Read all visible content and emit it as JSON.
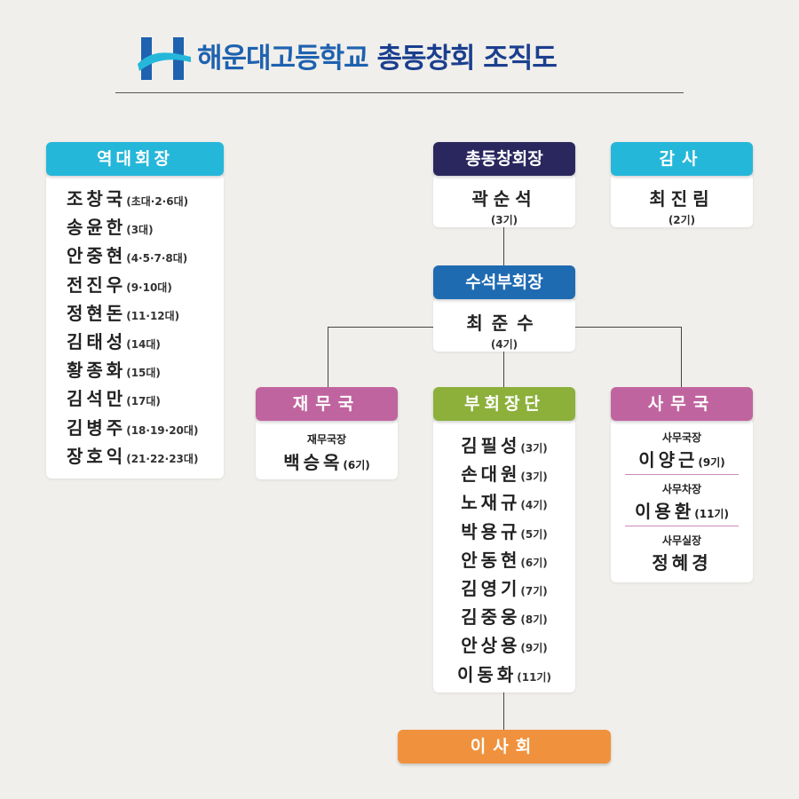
{
  "header": {
    "logo_letter": "H",
    "title_school": "해운대고등학교",
    "title_org": "총동창회 조직도"
  },
  "colors": {
    "teal": "#25b7d9",
    "navy": "#2a275e",
    "blue": "#1f6bb2",
    "pink": "#c0649f",
    "green": "#8cb03a",
    "orange": "#f0923d"
  },
  "past_presidents": {
    "label": "역대회장",
    "items": [
      {
        "name": "조창국",
        "terms": "(초대·2·6대)"
      },
      {
        "name": "송윤한",
        "terms": "(3대)"
      },
      {
        "name": "안중현",
        "terms": "(4·5·7·8대)"
      },
      {
        "name": "전진우",
        "terms": "(9·10대)"
      },
      {
        "name": "정현돈",
        "terms": "(11·12대)"
      },
      {
        "name": "김태성",
        "terms": "(14대)"
      },
      {
        "name": "황종화",
        "terms": "(15대)"
      },
      {
        "name": "김석만",
        "terms": "(17대)"
      },
      {
        "name": "김병주",
        "terms": "(18·19·20대)"
      },
      {
        "name": "장호익",
        "terms": "(21·22·23대)"
      }
    ]
  },
  "president": {
    "label": "총동창회장",
    "name": "곽순석",
    "gen": "(3기)"
  },
  "auditor": {
    "label": "감사",
    "name": "최진림",
    "gen": "(2기)"
  },
  "senior_vp": {
    "label": "수석부회장",
    "name": "최준수",
    "gen": "(4기)"
  },
  "finance": {
    "label": "재무국",
    "role": "재무국장",
    "name": "백승옥",
    "gen": "(6기)"
  },
  "vp_group": {
    "label": "부회장단",
    "items": [
      {
        "name": "김필성",
        "gen": "(3기)"
      },
      {
        "name": "손대원",
        "gen": "(3기)"
      },
      {
        "name": "노재규",
        "gen": "(4기)"
      },
      {
        "name": "박용규",
        "gen": "(5기)"
      },
      {
        "name": "안동현",
        "gen": "(6기)"
      },
      {
        "name": "김영기",
        "gen": "(7기)"
      },
      {
        "name": "김중웅",
        "gen": "(8기)"
      },
      {
        "name": "안상용",
        "gen": "(9기)"
      },
      {
        "name": "이동화",
        "gen": "(11기)"
      }
    ]
  },
  "secretariat": {
    "label": "사무국",
    "items": [
      {
        "role": "사무국장",
        "name": "이양근",
        "gen": "(9기)"
      },
      {
        "role": "사무차장",
        "name": "이용환",
        "gen": "(11기)"
      },
      {
        "role": "사무실장",
        "name": "정혜경",
        "gen": ""
      }
    ]
  },
  "board": {
    "label": "이사회"
  }
}
